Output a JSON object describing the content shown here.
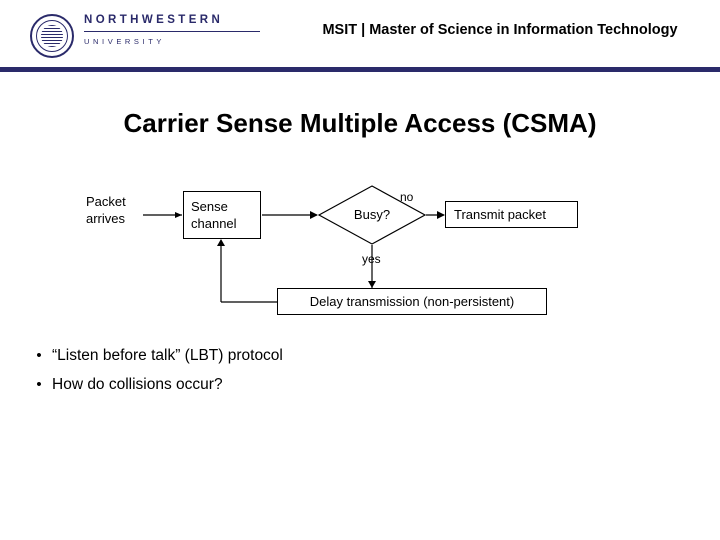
{
  "header": {
    "logo": {
      "wordmark_top": "NORTHWESTERN",
      "wordmark_bottom": "UNIVERSITY",
      "seal_name": "northwestern-seal-icon"
    },
    "title": "MSIT | Master of Science in Information Technology"
  },
  "slide": {
    "title": "Carrier Sense Multiple Access (CSMA)"
  },
  "flowchart": {
    "nodes": [
      {
        "id": "packet-arrives",
        "label": "Packet\narrives",
        "shape": "text"
      },
      {
        "id": "sense-channel",
        "label": "Sense\nchannel",
        "shape": "rect"
      },
      {
        "id": "busy",
        "label": "Busy?",
        "shape": "diamond"
      },
      {
        "id": "transmit-packet",
        "label": "Transmit packet",
        "shape": "rect"
      },
      {
        "id": "delay-transmission",
        "label": "Delay transmission (non-persistent)",
        "shape": "rect"
      }
    ],
    "edge_labels": {
      "no": "no",
      "yes": "yes"
    },
    "line_color": "#000000"
  },
  "bullets": [
    {
      "marker": "•",
      "text": "“Listen before talk” (LBT) protocol"
    },
    {
      "marker": "•",
      "text": "How do collisions occur?"
    }
  ],
  "colors": {
    "brand_navy": "#2a2a6a",
    "background": "#ffffff",
    "text": "#000000"
  }
}
